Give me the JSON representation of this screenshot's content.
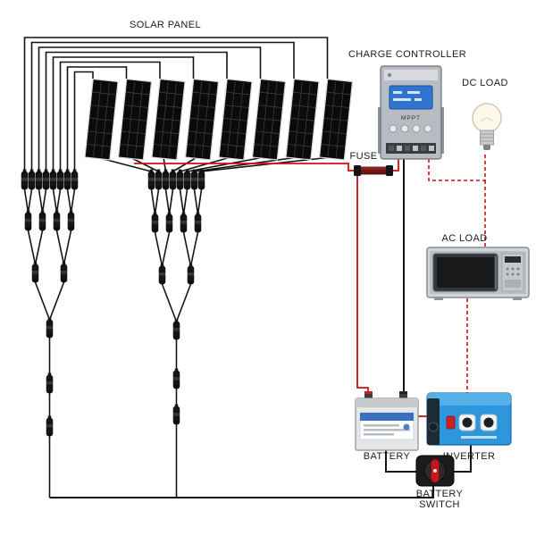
{
  "labels": {
    "solar_panel": "SOLAR PANEL",
    "charge_controller": "CHARGE CONTROLLER",
    "dc_load": "DC LOAD",
    "fuse": "FUSE",
    "ac_load": "AC LOAD",
    "battery": "BATTERY",
    "inverter": "INVERTER",
    "battery_switch_line1": "BATTERY",
    "battery_switch_line2": "SWITCH"
  },
  "charge_controller": {
    "mode_label": "MPPT"
  },
  "diagram": {
    "solar_panel_count": 8,
    "colors": {
      "wire_negative": "#141414",
      "wire_positive": "#cc1111",
      "panel_cell": "#0b0b0c",
      "controller_screen": "#2f74d0",
      "inverter_body": "#2d96dd",
      "battery_label_header": "#3b6fc0",
      "switch_knob": "#c41a1a"
    }
  }
}
